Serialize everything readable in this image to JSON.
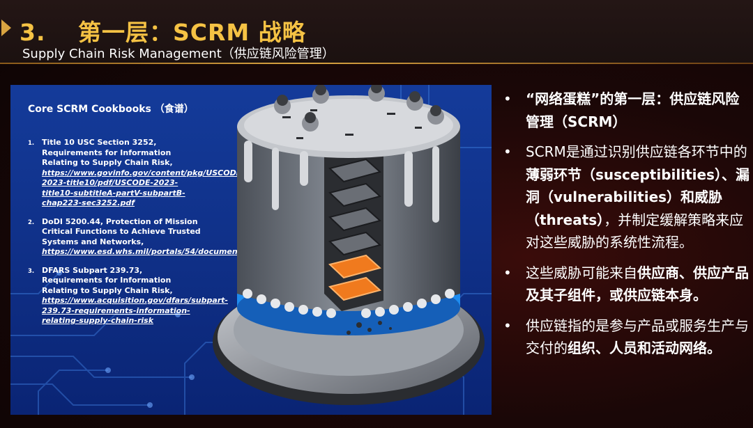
{
  "header": {
    "title": "3.　 第一层：SCRM 战略",
    "subtitle": "Supply Chain Risk Management（供应链风险管理）"
  },
  "panel": {
    "cookbook_title": "Core SCRM Cookbooks （食谱）",
    "references": [
      {
        "number": "1.",
        "text": "Title 10 USC Section 3252, Requirements for Information Relating to Supply Chain Risk,",
        "link": "https://www.govinfo.gov/content/pkg/USCODE-2023-title10/pdf/USCODE-2023-title10-subtitleA-partV-subpartB-chap223-sec3252.pdf"
      },
      {
        "number": "2.",
        "text": "DoDI 5200.44, Protection of Mission Critical Functions to Achieve Trusted Systems and Networks,",
        "link": "https://www.esd.whs.mil/portals/54/documents/dd/issuances/dodi/520044p.pdf"
      },
      {
        "number": "3.",
        "text": "DFARS Subpart 239.73,  Requirements for Information  Relating to Supply Chain Risk,",
        "link": "https://www.acquisition.gov/dfars/subpart-239.73-requirements-information-relating-supply-chain-risk"
      }
    ]
  },
  "bullets": [
    {
      "segments": [
        {
          "text": "“网络蛋糕”的第一层：供应链风险管理（SCRM）",
          "bold": true
        }
      ]
    },
    {
      "segments": [
        {
          "text": "SCRM是通过识别供应链各环节中的",
          "bold": false
        },
        {
          "text": "薄弱环节（susceptibilities）、漏洞（vulnerabilities）和威胁（threats）",
          "bold": true
        },
        {
          "text": "，并制定缓解策略来应对这些威胁的系统性流程。",
          "bold": false
        }
      ]
    },
    {
      "segments": [
        {
          "text": "这些威胁可能来自",
          "bold": false
        },
        {
          "text": "供应商、供应产品及其子组件，或供应链本身。",
          "bold": true
        }
      ]
    },
    {
      "segments": [
        {
          "text": "供应链指的是参与产品或服务生产与交付的",
          "bold": false
        },
        {
          "text": "组织、人员和活动网络。",
          "bold": true
        }
      ]
    }
  ],
  "colors": {
    "title": "#f5c244",
    "panel_blue": "#143b9a",
    "cake_orange": "#f07a1e",
    "cake_blue": "#1e8cf0"
  },
  "icons": {
    "title_marker": "chevron-right-icon",
    "bullet": "bullet-dot-icon"
  }
}
